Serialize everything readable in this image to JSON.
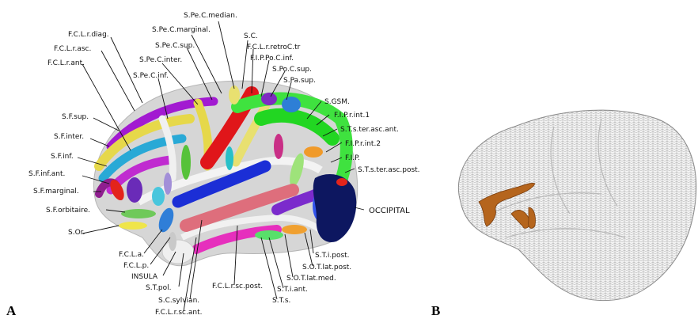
{
  "panels": {
    "a": "A",
    "b": "B"
  },
  "colors": {
    "brain_bg": "#d8d8d8",
    "mesh_line": "#9a9a9a",
    "highlight_b": "#b5651d",
    "occipital": "#0d1760"
  },
  "labels": {
    "top": [
      "S.Pe.C.median.",
      "S.C.",
      "S.Pe.C.marginal.",
      "S.Pe.C.sup.",
      "F.C.L.r.retroC.tr",
      "F.I.P.Po.C.inf.",
      "S.Po.C.sup.",
      "S.Pa.sup.",
      "S.Pe.C.inter.",
      "S.Pe.C.inf."
    ],
    "left": [
      "F.C.L.r.diag.",
      "F.C.L.r.asc.",
      "F.C.L.r.ant.",
      "S.F.sup.",
      "S.F.inter.",
      "S.F.inf.",
      "S.F.inf.ant.",
      "S.F.marginal.",
      "S.F.orbitaire.",
      "S.Or."
    ],
    "right": [
      "S.GSM.",
      "F.I.P.r.int.1",
      "S.T.s.ter.asc.ant.",
      "F.I.P.r.int.2",
      "F.I.P.",
      "S.T.s.ter.asc.post.",
      "OCCIPITAL"
    ],
    "bottom": [
      "F.C.L.a.",
      "F.C.L.p.",
      "INSULA",
      "S.T.pol.",
      "S.C.sylvian.",
      "F.C.L.r.sc.ant.",
      "F.C.L.r.sc.post.",
      "S.T.s.",
      "S.T.i.ant.",
      "S.O.T.lat.med.",
      "S.O.T.lat.post.",
      "S.T.i.post."
    ]
  }
}
